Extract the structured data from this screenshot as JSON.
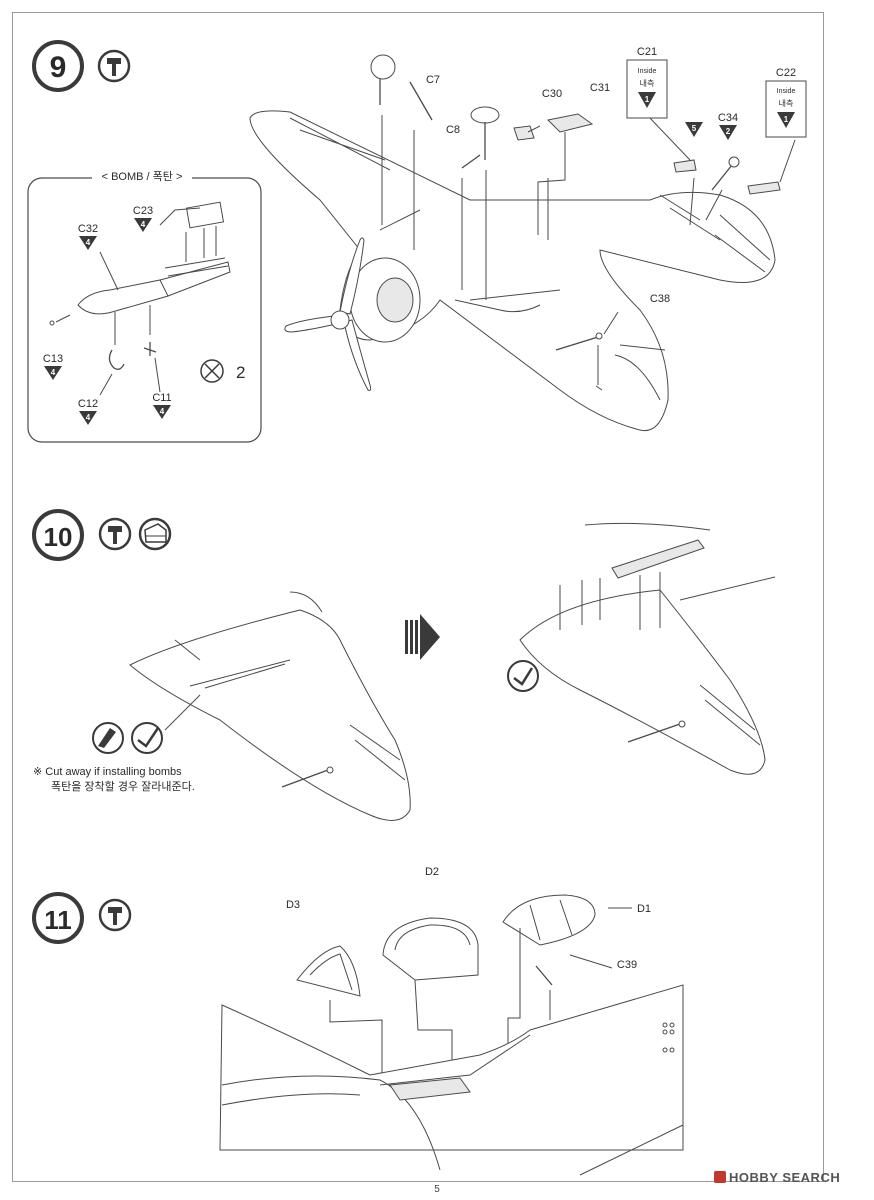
{
  "steps": [
    {
      "number": "9",
      "icons": [
        "glue-icon"
      ],
      "inset": {
        "title": "< BOMB / 폭탄 >",
        "multiplier": "2",
        "parts": [
          {
            "id": "C23",
            "qty": "4"
          },
          {
            "id": "C32",
            "qty": "4"
          },
          {
            "id": "C13",
            "qty": "4"
          },
          {
            "id": "C12",
            "qty": "4"
          },
          {
            "id": "C11",
            "qty": "4"
          }
        ]
      },
      "parts": [
        {
          "id": "C7"
        },
        {
          "id": "C8"
        },
        {
          "id": "C30"
        },
        {
          "id": "C31"
        },
        {
          "id": "C21",
          "note_en": "Inside",
          "note_kr": "내측",
          "qty": "1"
        },
        {
          "id": "C22",
          "note_en": "Inside",
          "note_kr": "내측",
          "qty": "1"
        },
        {
          "id": "C34",
          "qty": "2"
        },
        {
          "id": "C38"
        }
      ],
      "loose_qty": "5"
    },
    {
      "number": "10",
      "icons": [
        "glue-icon",
        "cement-icon"
      ],
      "note_en": "※ Cut away if installing bombs",
      "note_kr": "폭탄을 장착할 경우 잘라내준다."
    },
    {
      "number": "11",
      "icons": [
        "glue-icon"
      ],
      "parts": [
        {
          "id": "D3"
        },
        {
          "id": "D2"
        },
        {
          "id": "D1"
        },
        {
          "id": "C39"
        }
      ]
    }
  ],
  "page_number": "5",
  "watermark": "HOBBY SEARCH"
}
